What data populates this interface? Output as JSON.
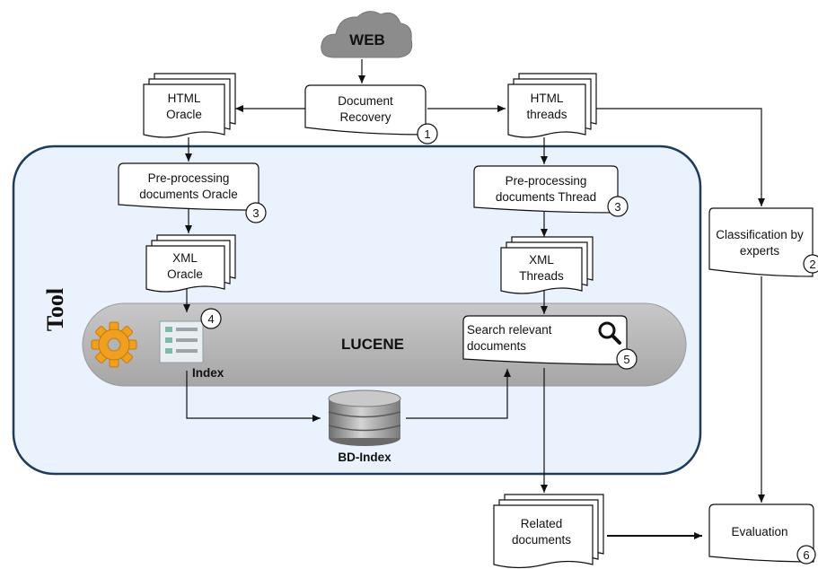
{
  "labels": {
    "web": "WEB",
    "doc_recovery": [
      "Document",
      "Recovery"
    ],
    "html_oracle": [
      "HTML",
      "Oracle"
    ],
    "html_threads": [
      "HTML",
      "threads"
    ],
    "prep_oracle": [
      "Pre-processing",
      "documents Oracle"
    ],
    "prep_thread": [
      "Pre-processing",
      "documents Thread"
    ],
    "xml_oracle": [
      "XML",
      "Oracle"
    ],
    "xml_threads": [
      "XML",
      "Threads"
    ],
    "lucene": "LUCENE",
    "index": "Index",
    "search": [
      "Search relevant",
      "documents"
    ],
    "bd_index": "BD-Index",
    "classification": [
      "Classification by",
      "experts"
    ],
    "related": [
      "Related",
      "documents"
    ],
    "evaluation": "Evaluation",
    "tool": "Tool"
  },
  "badges": {
    "doc_recovery": "1",
    "classification": "2",
    "prep_oracle": "3",
    "prep_thread": "3",
    "index": "4",
    "search": "5",
    "evaluation": "6"
  },
  "colors": {
    "tool_panel": "#eaf3fd",
    "tool_border": "#1e3a5c",
    "lucene_band": "#b3b3b3",
    "cloud": "#8c8c8c",
    "gear": "#f0a020",
    "database": "#9a9a9a"
  },
  "icons": [
    "cloud-icon",
    "gear-icon",
    "index-list-icon",
    "magnifier-icon",
    "database-icon"
  ]
}
